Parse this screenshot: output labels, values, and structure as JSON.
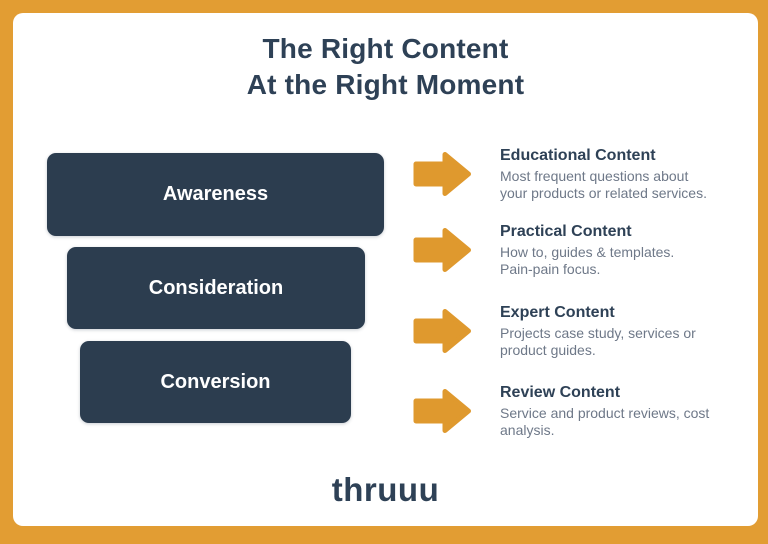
{
  "poster": {
    "title_line1": "The Right Content",
    "title_line2": "At the Right Moment",
    "logo_text": "thruuu",
    "colors": {
      "border_orange": "#E29D33",
      "arrow_orange": "#DF992E",
      "stage_navy": "#2C3D4F",
      "heading_navy": "#2E4156",
      "body_gray": "#6E7888",
      "card_white": "#FFFFFF"
    }
  },
  "funnel": {
    "stages": [
      {
        "label": "Awareness"
      },
      {
        "label": "Consideration"
      },
      {
        "label": "Conversion"
      }
    ]
  },
  "content_types": [
    {
      "heading": "Educational Content",
      "lines": [
        "Most frequent questions about",
        "your products or related services."
      ]
    },
    {
      "heading": "Practical Content",
      "lines": [
        "How to, guides & templates.",
        "Pain-pain focus."
      ]
    },
    {
      "heading": "Expert Content",
      "lines": [
        "Projects case study, services or",
        "product guides."
      ]
    },
    {
      "heading": "Review Content",
      "lines": [
        "Service and product reviews, cost",
        "analysis."
      ]
    }
  ]
}
